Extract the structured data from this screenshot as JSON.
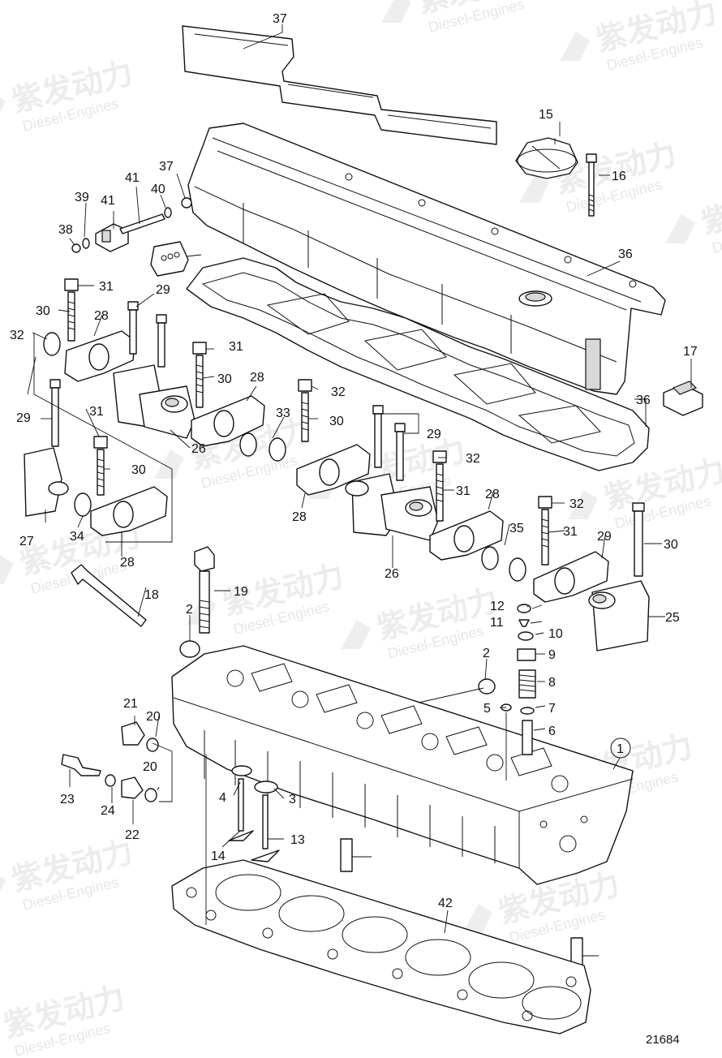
{
  "figure_number": "21684",
  "watermark": {
    "brand_cn": "紫发动力",
    "brand_en": "Diesel-Engines"
  },
  "callouts": [
    "1",
    "2",
    "2",
    "3",
    "4",
    "5",
    "6",
    "7",
    "8",
    "9",
    "10",
    "11",
    "12",
    "13",
    "14",
    "15",
    "16",
    "17",
    "18",
    "19",
    "20",
    "20",
    "21",
    "22",
    "23",
    "24",
    "25",
    "26",
    "26",
    "27",
    "28",
    "28",
    "28",
    "28",
    "28",
    "29",
    "29",
    "29",
    "29",
    "30",
    "30",
    "30",
    "30",
    "30",
    "31",
    "31",
    "31",
    "31",
    "31",
    "32",
    "32",
    "32",
    "32",
    "33",
    "34",
    "35",
    "36",
    "36",
    "37",
    "37",
    "38",
    "39",
    "40",
    "41",
    "41",
    "42"
  ]
}
